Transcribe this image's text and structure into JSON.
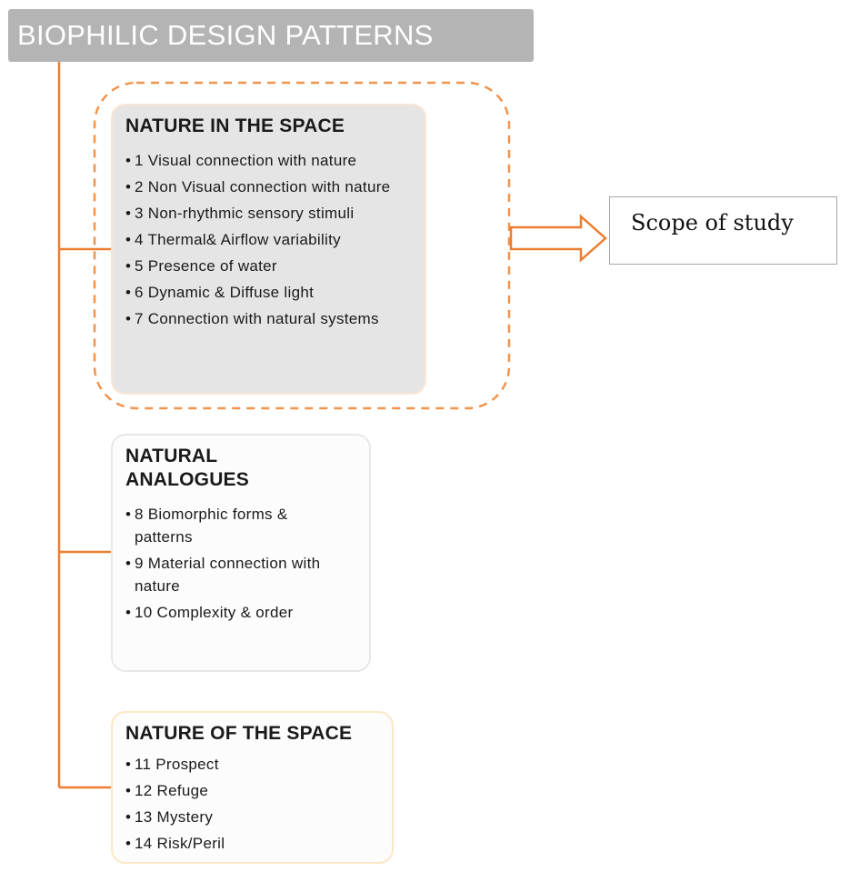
{
  "title": "BIOPHILIC DESIGN PATTERNS",
  "colors": {
    "title_bg": "#b4b4b4",
    "title_text": "#ffffff",
    "connector": "#ed7d31",
    "highlight_dash": "#f0944e",
    "box_fill_highlight": "#e5e5e5",
    "box_fill": "#fcfcfc"
  },
  "groups": [
    {
      "heading": "NATURE IN THE SPACE",
      "items": [
        "1 Visual connection with nature",
        "2 Non Visual connection with nature",
        "3 Non-rhythmic sensory stimuli",
        "4 Thermal& Airflow variability",
        "5 Presence of water",
        "6 Dynamic & Diffuse light",
        "7 Connection with natural systems"
      ]
    },
    {
      "heading": "NATURAL ANALOGUES",
      "items": [
        "8 Biomorphic forms & patterns",
        "9 Material connection with nature",
        "10 Complexity & order"
      ]
    },
    {
      "heading": "NATURE OF THE SPACE",
      "items": [
        "11 Prospect",
        "12 Refuge",
        "13 Mystery",
        "14 Risk/Peril"
      ]
    }
  ],
  "scope": {
    "label": "Scope of study"
  }
}
